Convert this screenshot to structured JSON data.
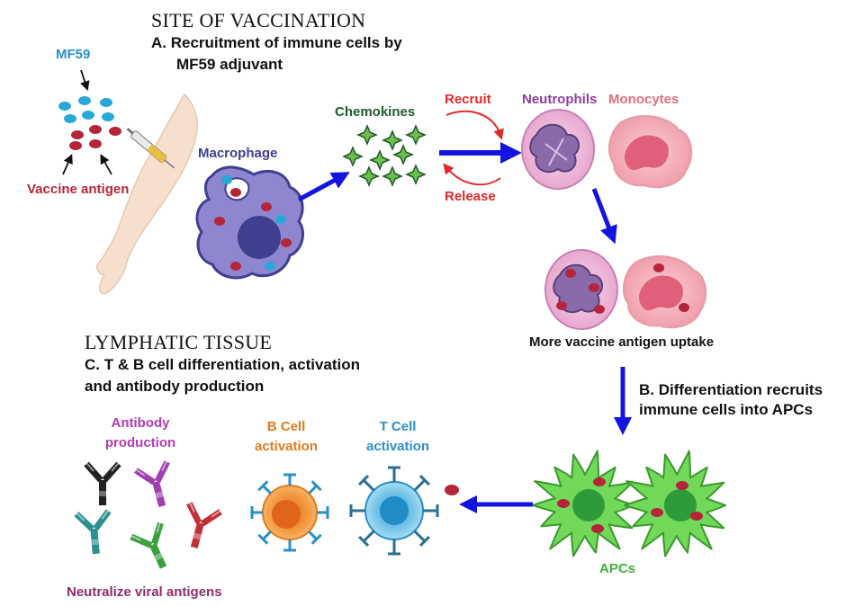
{
  "sections": {
    "vaccination_heading": "SITE OF VACCINATION",
    "vaccination_sub_line1": "A. Recruitment of immune cells by",
    "vaccination_sub_line2": "MF59 adjuvant",
    "lymphatic_heading": "LYMPHATIC TISSUE",
    "lymphatic_sub_line1": "C. T & B cell differentiation, activation",
    "lymphatic_sub_line2": "and antibody production",
    "differentiation_line1": "B. Differentiation recruits",
    "differentiation_line2": "immune cells into APCs"
  },
  "labels": {
    "mf59": "MF59",
    "vaccine_antigen": "Vaccine antigen",
    "macrophage": "Macrophage",
    "chemokines": "Chemokines",
    "recruit": "Recruit",
    "release": "Release",
    "neutrophils": "Neutrophils",
    "monocytes": "Monocytes",
    "uptake": "More vaccine antigen uptake",
    "apcs": "APCs",
    "antibody_line1": "Antibody",
    "antibody_line2": "production",
    "bcell_line1": "B Cell",
    "bcell_line2": "activation",
    "tcell_line1": "T Cell",
    "tcell_line2": "activation",
    "neutralize": "Neutralize viral antigens"
  },
  "colors": {
    "mf59": "#2a8fc9",
    "antigen": "#b5253a",
    "macrophage": "#3e3f8f",
    "chemokines": "#1e5b2a",
    "recruit_release": "#e02a2a",
    "neutrophils": "#8c3f9a",
    "monocytes": "#e0707a",
    "apcs": "#3fb23a",
    "antibody": "#b23ab8",
    "bcell": "#e07a1a",
    "tcell": "#2a8fc9",
    "neutralize": "#8c2d6a",
    "arrow_blue": "#1414e0"
  }
}
